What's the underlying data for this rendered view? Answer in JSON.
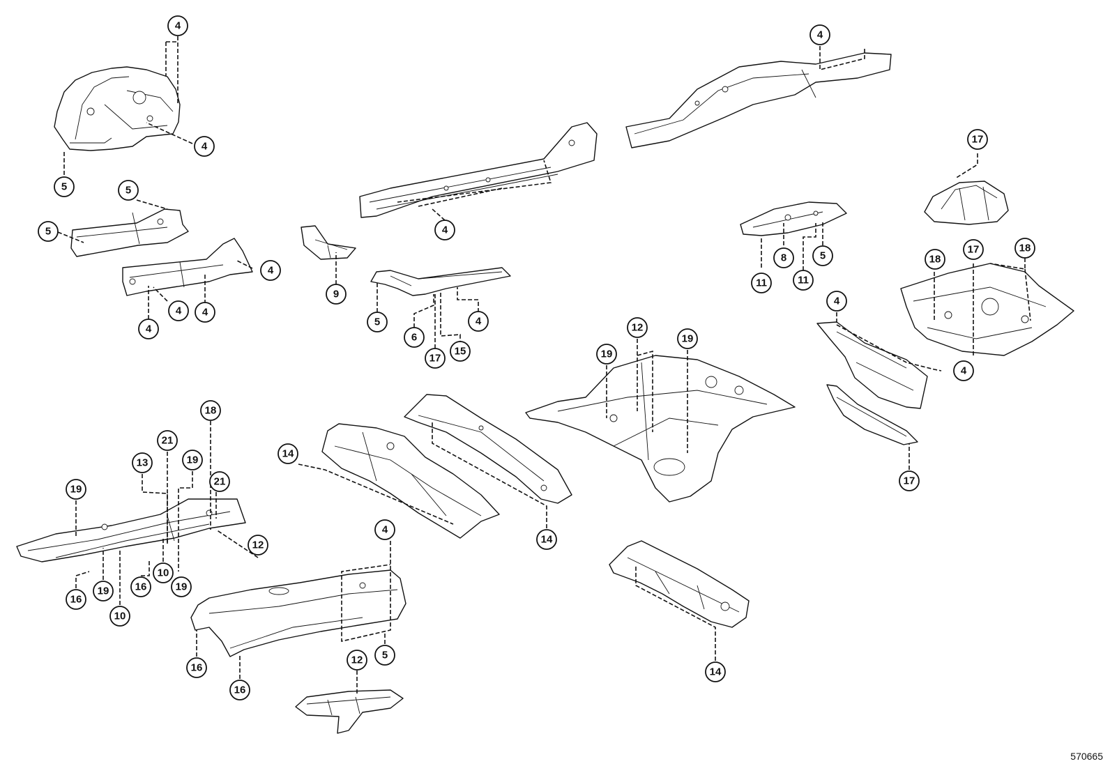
{
  "diagram_code": "570665",
  "callout_labels": {
    "c4": "4",
    "c5": "5",
    "c6": "6",
    "c8": "8",
    "c9": "9",
    "c10": "10",
    "c11": "11",
    "c12": "12",
    "c13": "13",
    "c14": "14",
    "c15": "15",
    "c16": "16",
    "c17": "17",
    "c18": "18",
    "c19": "19",
    "c21": "21"
  }
}
